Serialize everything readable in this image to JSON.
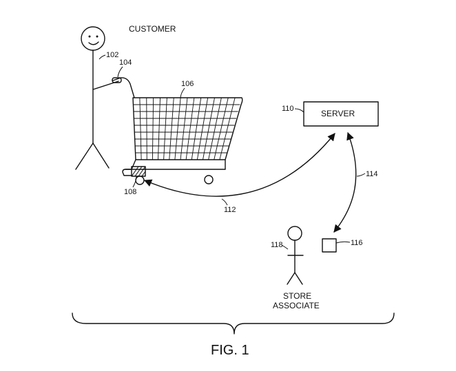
{
  "labels": {
    "customer": "CUSTOMER",
    "server": "SERVER",
    "store": "STORE",
    "associate": "ASSOCIATE",
    "figure": "FIG. 1"
  },
  "refs": {
    "customer": "102",
    "hand": "104",
    "cart": "106",
    "tag": "108",
    "server": "110",
    "cart_link": "112",
    "device_link": "114",
    "device": "116",
    "associate": "118"
  }
}
